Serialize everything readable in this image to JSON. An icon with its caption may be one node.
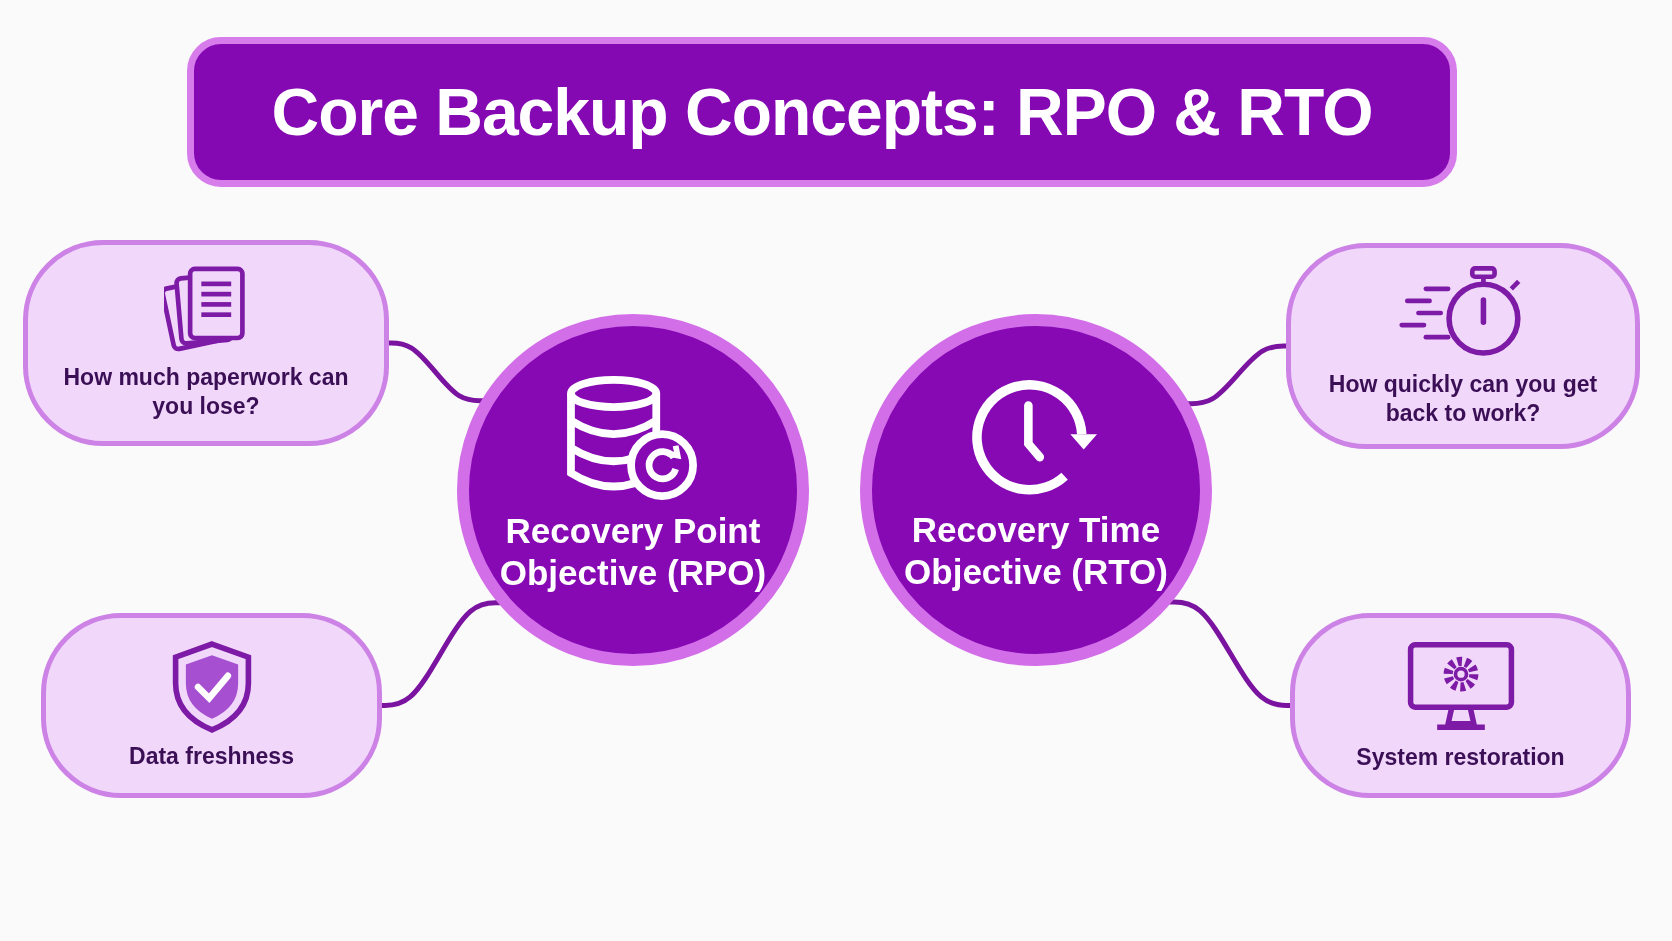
{
  "diagram": {
    "title": "Core Backup Concepts: RPO & RTO",
    "nodes": [
      {
        "text": [
          "How much paperwork can you lose?"
        ]
      },
      {
        "text": [
          "Recovery Point Objective (RPO)"
        ]
      },
      {
        "text": [
          "Recovery Time Objective (RTO)"
        ]
      },
      {
        "text": [
          "How quickly can you get back to work?"
        ]
      },
      {
        "text": [
          "Data freshness"
        ]
      },
      {
        "text": [
          "System restoration"
        ]
      }
    ],
    "edges": [
      {
        "from": 1,
        "to": 0,
        "arrow": "none"
      },
      {
        "from": 1,
        "to": 4,
        "arrow": "none"
      },
      {
        "from": 2,
        "to": 3,
        "arrow": "none"
      },
      {
        "from": 2,
        "to": 5,
        "arrow": "none"
      }
    ]
  }
}
